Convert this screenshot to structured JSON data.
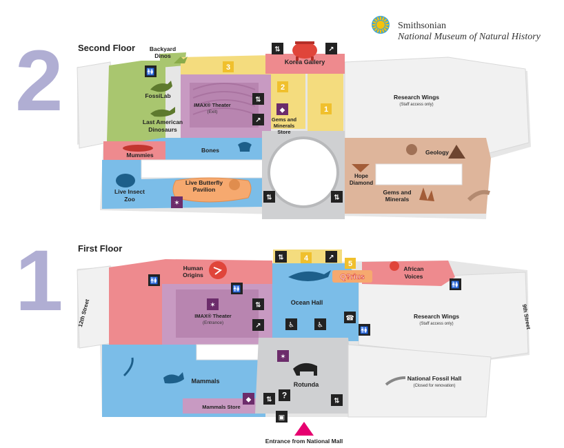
{
  "header": {
    "org": "Smithsonian",
    "museum": "National Museum of Natural History"
  },
  "colors": {
    "pink": "#ee8a8e",
    "yellow": "#f4dc7e",
    "green": "#a9c66f",
    "purple": "#c89ac2",
    "blue": "#7bbde8",
    "tan": "#deb59b",
    "gray": "#cfd0d2",
    "white_wing": "#f1f1f1",
    "icon_dark": "#222222",
    "icon_purple": "#6c2c6b",
    "red_icon": "#e0453a",
    "orange_zone": "#f6a96f",
    "gold_badge": "#f0c02d",
    "number_big": "#b0aed3",
    "entrance_arrow": "#e6006f"
  },
  "floors": {
    "second": {
      "number": "2",
      "title": "Second Floor"
    },
    "first": {
      "number": "1",
      "title": "First Floor"
    }
  },
  "second_floor": {
    "backyard_dinos": "Backyard Dinos",
    "korea_gallery": "Korea Gallery",
    "fossilab": "FossiLab",
    "imax_exit": "IMAX® Theater",
    "imax_exit_sub": "(Exit)",
    "gems_store": "Gems and Minerals Store",
    "last_american": "Last American Dinosaurs",
    "research_wings": "Research Wings",
    "research_sub": "(Staff access only)",
    "mummies": "Mummies",
    "bones": "Bones",
    "geology": "Geology",
    "hope_diamond": "Hope Diamond",
    "gems_minerals": "Gems and Minerals",
    "live_butterfly": "Live Butterfly Pavilion",
    "live_insect": "Live Insect Zoo",
    "badges": [
      "3",
      "2",
      "1"
    ]
  },
  "first_floor": {
    "human_origins": "Human Origins",
    "african_voices": "African Voices",
    "ocean_hall": "Ocean Hall",
    "imax_entrance": "IMAX® Theater",
    "imax_entrance_sub": "(Entrance)",
    "research_wings": "Research Wings",
    "research_sub": "(Staff access only)",
    "street_12": "12th Street",
    "street_9": "9th Street",
    "mammals": "Mammals",
    "mammals_store": "Mammals Store",
    "rotunda": "Rotunda",
    "fossil_hall": "National Fossil Hall",
    "fossil_hall_sub": "(Closed for renovation)",
    "entrance": "Entrance from National Mall",
    "qrius": "Q?rius",
    "badges": [
      "4",
      "5"
    ]
  },
  "icons": {
    "restroom": "restroom-icon",
    "elevator": "elevator-icon",
    "escalator": "escalator-icon",
    "food": "food-icon",
    "info": "info-icon",
    "phone": "phone-icon",
    "accessible": "accessible-icon",
    "lockers": "lockers-icon",
    "shop": "shop-icon"
  }
}
